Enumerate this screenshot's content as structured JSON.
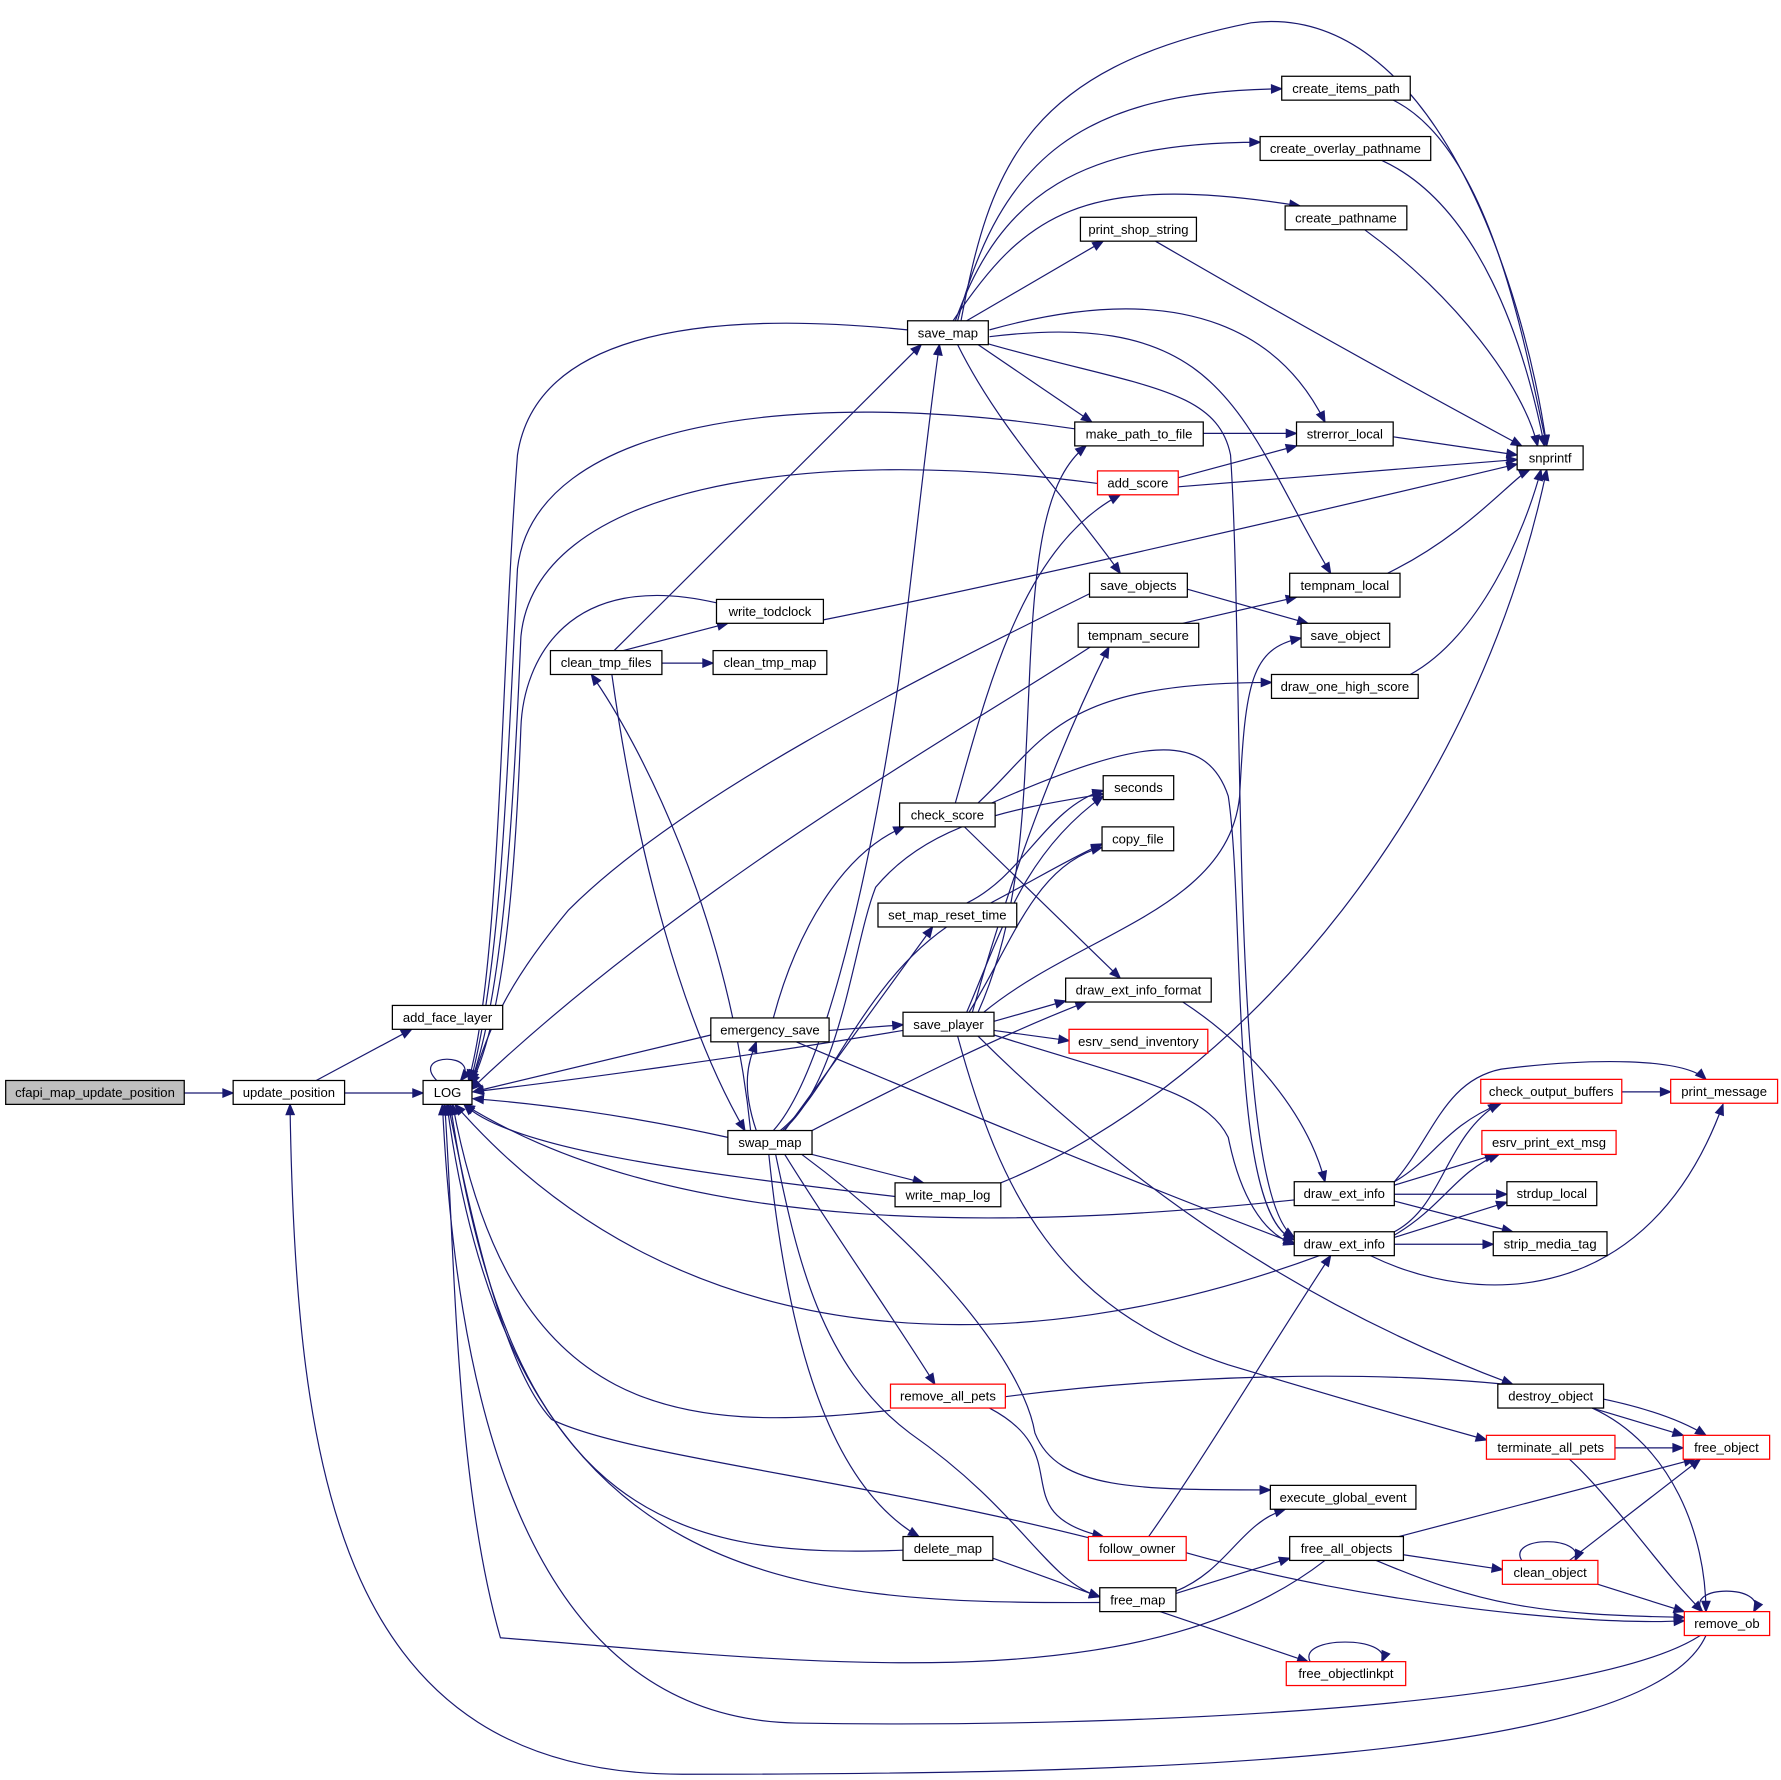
{
  "title": "Call graph for cfapi_map_update_position",
  "colors": {
    "edge": "#191970",
    "node_border": "#000000",
    "truncated_node_border": "#ff0000",
    "root_fill": "#bfbfbf",
    "node_fill": "#ffffff"
  },
  "nodes": [
    {
      "id": "cfapi_map_update_position",
      "label": "cfapi_map_update_position",
      "style": "root"
    },
    {
      "id": "update_position",
      "label": "update_position",
      "style": "normal"
    },
    {
      "id": "add_face_layer",
      "label": "add_face_layer",
      "style": "normal"
    },
    {
      "id": "LOG",
      "label": "LOG",
      "style": "normal"
    },
    {
      "id": "save_map",
      "label": "save_map",
      "style": "normal"
    },
    {
      "id": "create_items_path",
      "label": "create_items_path",
      "style": "normal"
    },
    {
      "id": "create_overlay_pathname",
      "label": "create_overlay_pathname",
      "style": "normal"
    },
    {
      "id": "create_pathname",
      "label": "create_pathname",
      "style": "normal"
    },
    {
      "id": "print_shop_string",
      "label": "print_shop_string",
      "style": "normal"
    },
    {
      "id": "make_path_to_file",
      "label": "make_path_to_file",
      "style": "normal"
    },
    {
      "id": "strerror_local",
      "label": "strerror_local",
      "style": "normal"
    },
    {
      "id": "snprintf",
      "label": "snprintf",
      "style": "normal"
    },
    {
      "id": "add_score",
      "label": "add_score",
      "style": "truncated"
    },
    {
      "id": "save_objects",
      "label": "save_objects",
      "style": "normal"
    },
    {
      "id": "tempnam_local",
      "label": "tempnam_local",
      "style": "normal"
    },
    {
      "id": "write_todclock",
      "label": "write_todclock",
      "style": "normal"
    },
    {
      "id": "save_object",
      "label": "save_object",
      "style": "normal"
    },
    {
      "id": "clean_tmp_files",
      "label": "clean_tmp_files",
      "style": "normal"
    },
    {
      "id": "clean_tmp_map",
      "label": "clean_tmp_map",
      "style": "normal"
    },
    {
      "id": "tempnam_secure",
      "label": "tempnam_secure",
      "style": "normal"
    },
    {
      "id": "draw_one_high_score",
      "label": "draw_one_high_score",
      "style": "normal"
    },
    {
      "id": "seconds",
      "label": "seconds",
      "style": "normal"
    },
    {
      "id": "check_score",
      "label": "check_score",
      "style": "normal"
    },
    {
      "id": "copy_file",
      "label": "copy_file",
      "style": "normal"
    },
    {
      "id": "set_map_reset_time",
      "label": "set_map_reset_time",
      "style": "normal"
    },
    {
      "id": "draw_ext_info_format",
      "label": "draw_ext_info_format",
      "style": "normal"
    },
    {
      "id": "emergency_save",
      "label": "emergency_save",
      "style": "normal"
    },
    {
      "id": "save_player",
      "label": "save_player",
      "style": "normal"
    },
    {
      "id": "esrv_send_inventory",
      "label": "esrv_send_inventory",
      "style": "truncated"
    },
    {
      "id": "check_output_buffers",
      "label": "check_output_buffers",
      "style": "truncated"
    },
    {
      "id": "print_message",
      "label": "print_message",
      "style": "truncated"
    },
    {
      "id": "swap_map",
      "label": "swap_map",
      "style": "normal"
    },
    {
      "id": "esrv_print_ext_msg",
      "label": "esrv_print_ext_msg",
      "style": "truncated"
    },
    {
      "id": "write_map_log",
      "label": "write_map_log",
      "style": "normal"
    },
    {
      "id": "draw_ext_info_1",
      "label": "draw_ext_info",
      "style": "normal"
    },
    {
      "id": "strdup_local",
      "label": "strdup_local",
      "style": "normal"
    },
    {
      "id": "draw_ext_info_2",
      "label": "draw_ext_info",
      "style": "normal"
    },
    {
      "id": "strip_media_tag",
      "label": "strip_media_tag",
      "style": "normal"
    },
    {
      "id": "destroy_object",
      "label": "destroy_object",
      "style": "normal"
    },
    {
      "id": "remove_all_pets",
      "label": "remove_all_pets",
      "style": "truncated"
    },
    {
      "id": "terminate_all_pets",
      "label": "terminate_all_pets",
      "style": "truncated"
    },
    {
      "id": "free_object",
      "label": "free_object",
      "style": "truncated"
    },
    {
      "id": "execute_global_event",
      "label": "execute_global_event",
      "style": "normal"
    },
    {
      "id": "delete_map",
      "label": "delete_map",
      "style": "normal"
    },
    {
      "id": "follow_owner",
      "label": "follow_owner",
      "style": "truncated"
    },
    {
      "id": "free_all_objects",
      "label": "free_all_objects",
      "style": "normal"
    },
    {
      "id": "clean_object",
      "label": "clean_object",
      "style": "truncated"
    },
    {
      "id": "free_map",
      "label": "free_map",
      "style": "normal"
    },
    {
      "id": "remove_ob",
      "label": "remove_ob",
      "style": "truncated"
    },
    {
      "id": "free_objectlinkpt",
      "label": "free_objectlinkpt",
      "style": "truncated"
    }
  ],
  "edges": [
    [
      "cfapi_map_update_position",
      "update_position"
    ],
    [
      "update_position",
      "add_face_layer"
    ],
    [
      "update_position",
      "LOG"
    ],
    [
      "LOG",
      "LOG"
    ],
    [
      "save_map",
      "create_items_path"
    ],
    [
      "save_map",
      "create_overlay_pathname"
    ],
    [
      "save_map",
      "create_pathname"
    ],
    [
      "save_map",
      "print_shop_string"
    ],
    [
      "save_map",
      "make_path_to_file"
    ],
    [
      "save_map",
      "strerror_local"
    ],
    [
      "save_map",
      "snprintf"
    ],
    [
      "save_map",
      "save_objects"
    ],
    [
      "save_map",
      "tempnam_local"
    ],
    [
      "save_map",
      "draw_ext_info_2"
    ],
    [
      "save_map",
      "LOG"
    ],
    [
      "create_items_path",
      "snprintf"
    ],
    [
      "create_overlay_pathname",
      "snprintf"
    ],
    [
      "create_pathname",
      "snprintf"
    ],
    [
      "print_shop_string",
      "snprintf"
    ],
    [
      "make_path_to_file",
      "strerror_local"
    ],
    [
      "make_path_to_file",
      "LOG"
    ],
    [
      "strerror_local",
      "snprintf"
    ],
    [
      "add_score",
      "strerror_local"
    ],
    [
      "add_score",
      "snprintf"
    ],
    [
      "add_score",
      "LOG"
    ],
    [
      "tempnam_local",
      "snprintf"
    ],
    [
      "save_objects",
      "save_object"
    ],
    [
      "save_objects",
      "LOG"
    ],
    [
      "tempnam_secure",
      "tempnam_local"
    ],
    [
      "tempnam_secure",
      "LOG"
    ],
    [
      "write_todclock",
      "snprintf"
    ],
    [
      "write_todclock",
      "LOG"
    ],
    [
      "clean_tmp_files",
      "write_todclock"
    ],
    [
      "clean_tmp_files",
      "clean_tmp_map"
    ],
    [
      "clean_tmp_files",
      "save_map"
    ],
    [
      "clean_tmp_files",
      "swap_map"
    ],
    [
      "draw_one_high_score",
      "snprintf"
    ],
    [
      "check_score",
      "add_score"
    ],
    [
      "check_score",
      "draw_one_high_score"
    ],
    [
      "check_score",
      "draw_ext_info_format"
    ],
    [
      "check_score",
      "draw_ext_info_2"
    ],
    [
      "set_map_reset_time",
      "seconds"
    ],
    [
      "emergency_save",
      "check_score"
    ],
    [
      "emergency_save",
      "save_player"
    ],
    [
      "emergency_save",
      "draw_ext_info_2"
    ],
    [
      "emergency_save",
      "LOG"
    ],
    [
      "save_player",
      "make_path_to_file"
    ],
    [
      "save_player",
      "tempnam_secure"
    ],
    [
      "save_player",
      "seconds"
    ],
    [
      "save_player",
      "copy_file"
    ],
    [
      "save_player",
      "save_object"
    ],
    [
      "save_player",
      "draw_ext_info_format"
    ],
    [
      "save_player",
      "esrv_send_inventory"
    ],
    [
      "save_player",
      "draw_ext_info_2"
    ],
    [
      "save_player",
      "destroy_object"
    ],
    [
      "save_player",
      "terminate_all_pets"
    ],
    [
      "save_player",
      "LOG"
    ],
    [
      "draw_ext_info_format",
      "draw_ext_info_1"
    ],
    [
      "swap_map",
      "save_map"
    ],
    [
      "swap_map",
      "set_map_reset_time"
    ],
    [
      "swap_map",
      "seconds"
    ],
    [
      "swap_map",
      "copy_file"
    ],
    [
      "swap_map",
      "draw_ext_info_format"
    ],
    [
      "swap_map",
      "write_map_log"
    ],
    [
      "swap_map",
      "remove_all_pets"
    ],
    [
      "swap_map",
      "execute_global_event"
    ],
    [
      "swap_map",
      "delete_map"
    ],
    [
      "swap_map",
      "free_map"
    ],
    [
      "swap_map",
      "clean_tmp_files"
    ],
    [
      "swap_map",
      "emergency_save"
    ],
    [
      "swap_map",
      "LOG"
    ],
    [
      "write_map_log",
      "snprintf"
    ],
    [
      "write_map_log",
      "LOG"
    ],
    [
      "draw_ext_info_1",
      "check_output_buffers"
    ],
    [
      "draw_ext_info_1",
      "esrv_print_ext_msg"
    ],
    [
      "draw_ext_info_1",
      "strdup_local"
    ],
    [
      "draw_ext_info_1",
      "strip_media_tag"
    ],
    [
      "draw_ext_info_1",
      "print_message"
    ],
    [
      "draw_ext_info_1",
      "LOG"
    ],
    [
      "draw_ext_info_2",
      "check_output_buffers"
    ],
    [
      "draw_ext_info_2",
      "esrv_print_ext_msg"
    ],
    [
      "draw_ext_info_2",
      "strdup_local"
    ],
    [
      "draw_ext_info_2",
      "strip_media_tag"
    ],
    [
      "draw_ext_info_2",
      "print_message"
    ],
    [
      "draw_ext_info_2",
      "LOG"
    ],
    [
      "check_output_buffers",
      "print_message"
    ],
    [
      "remove_all_pets",
      "free_object"
    ],
    [
      "remove_all_pets",
      "follow_owner"
    ],
    [
      "remove_all_pets",
      "LOG"
    ],
    [
      "destroy_object",
      "free_object"
    ],
    [
      "destroy_object",
      "remove_ob"
    ],
    [
      "terminate_all_pets",
      "free_object"
    ],
    [
      "terminate_all_pets",
      "remove_ob"
    ],
    [
      "delete_map",
      "free_map"
    ],
    [
      "delete_map",
      "LOG"
    ],
    [
      "follow_owner",
      "draw_ext_info_2"
    ],
    [
      "follow_owner",
      "remove_ob"
    ],
    [
      "follow_owner",
      "LOG"
    ],
    [
      "free_map",
      "execute_global_event"
    ],
    [
      "free_map",
      "free_all_objects"
    ],
    [
      "free_map",
      "free_objectlinkpt"
    ],
    [
      "free_map",
      "LOG"
    ],
    [
      "free_all_objects",
      "free_object"
    ],
    [
      "free_all_objects",
      "clean_object"
    ],
    [
      "free_all_objects",
      "remove_ob"
    ],
    [
      "free_all_objects",
      "LOG"
    ],
    [
      "clean_object",
      "clean_object"
    ],
    [
      "clean_object",
      "free_object"
    ],
    [
      "clean_object",
      "remove_ob"
    ],
    [
      "remove_ob",
      "remove_ob"
    ],
    [
      "remove_ob",
      "update_position"
    ],
    [
      "remove_ob",
      "LOG"
    ],
    [
      "free_objectlinkpt",
      "free_objectlinkpt"
    ]
  ]
}
